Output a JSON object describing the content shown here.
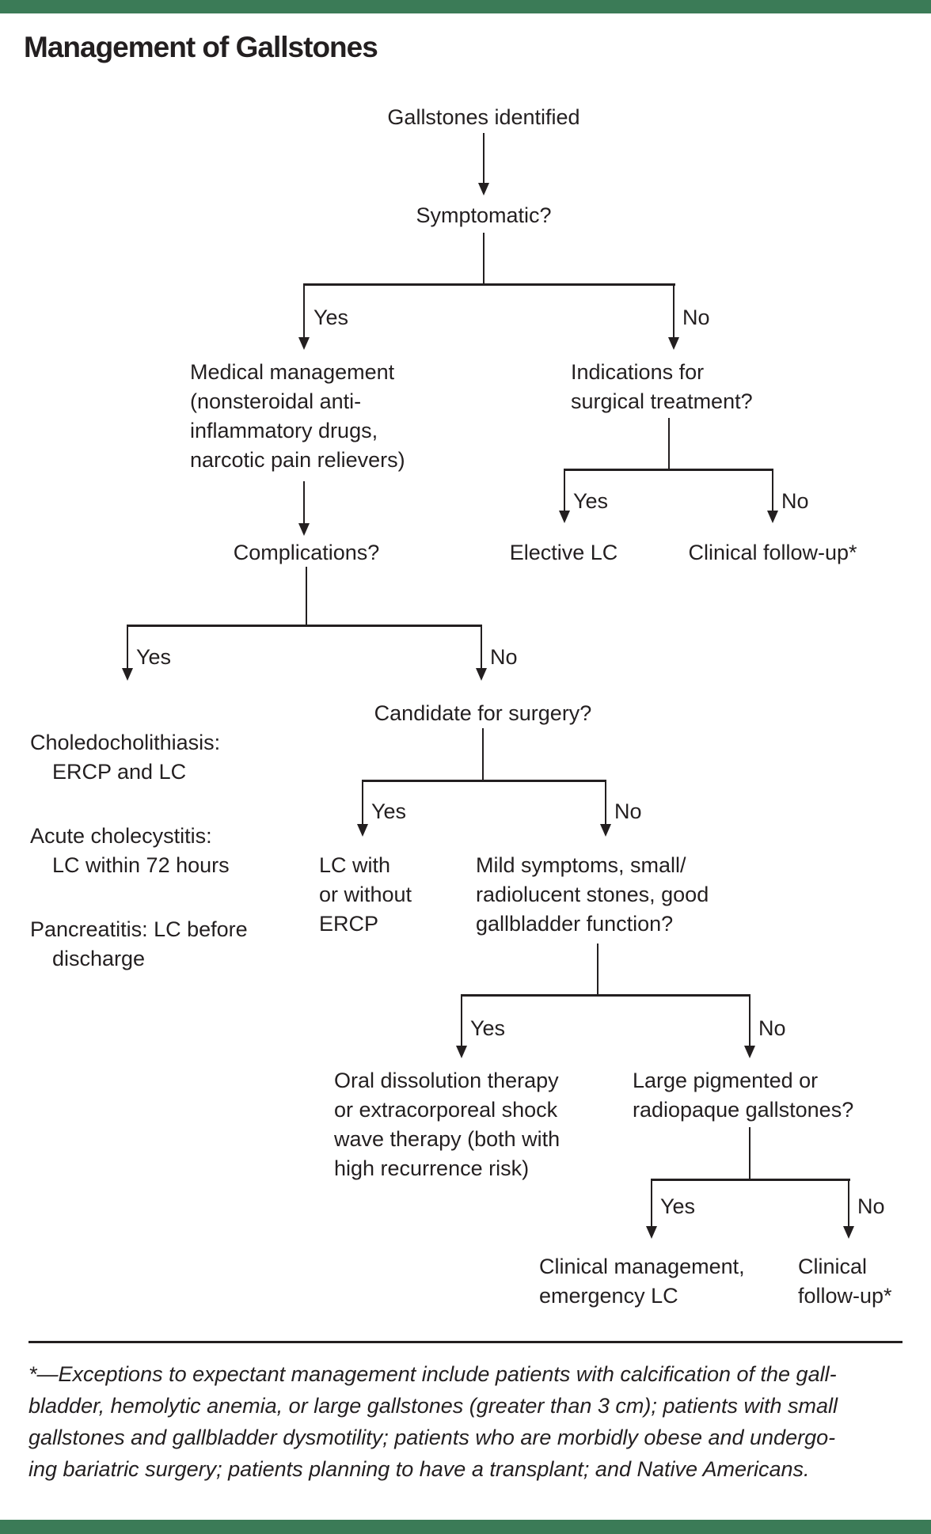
{
  "title": "Management of Gallstones",
  "colors": {
    "accent_green": "#3B7B57",
    "ink": "#231F20"
  },
  "labels": {
    "yes": "Yes",
    "no": "No"
  },
  "nodes": {
    "gallstones_identified": "Gallstones identified",
    "symptomatic": "Symptomatic?",
    "medical_management": "Medical management\n(nonsteroidal anti-\ninflammatory drugs,\nnarcotic pain relievers)",
    "indications_surgical": "Indications for\nsurgical treatment?",
    "elective_lc": "Elective LC",
    "clinical_follow_up_right": "Clinical follow-up*",
    "complications": "Complications?",
    "complication_outcomes": [
      "Choledocholithiasis:\nERCP and LC",
      "Acute cholecystitis:\nLC within 72 hours",
      "Pancreatitis: LC before\ndischarge"
    ],
    "candidate_surgery": "Candidate for surgery?",
    "lc_with_without": "LC with\nor without\nERCP",
    "mild_symptoms": "Mild symptoms, small/\nradiolucent stones, good\ngallbladder function?",
    "oral_dissolution": "Oral dissolution therapy\nor extracorporeal shock\nwave therapy (both with\nhigh recurrence risk)",
    "large_pigmented": "Large pigmented or\nradiopaque gallstones?",
    "clinical_management": "Clinical management,\nemergency LC",
    "clinical_follow_up_bottom": "Clinical\nfollow-up*"
  },
  "footnote": "*—Exceptions to expectant management include patients with calcification of the gall-\nbladder, hemolytic anemia, or large gallstones (greater than 3 cm); patients with small\ngallstones and gallbladder dysmotility; patients who are morbidly obese and undergo-\ning bariatric surgery; patients planning to have a transplant; and Native Americans."
}
